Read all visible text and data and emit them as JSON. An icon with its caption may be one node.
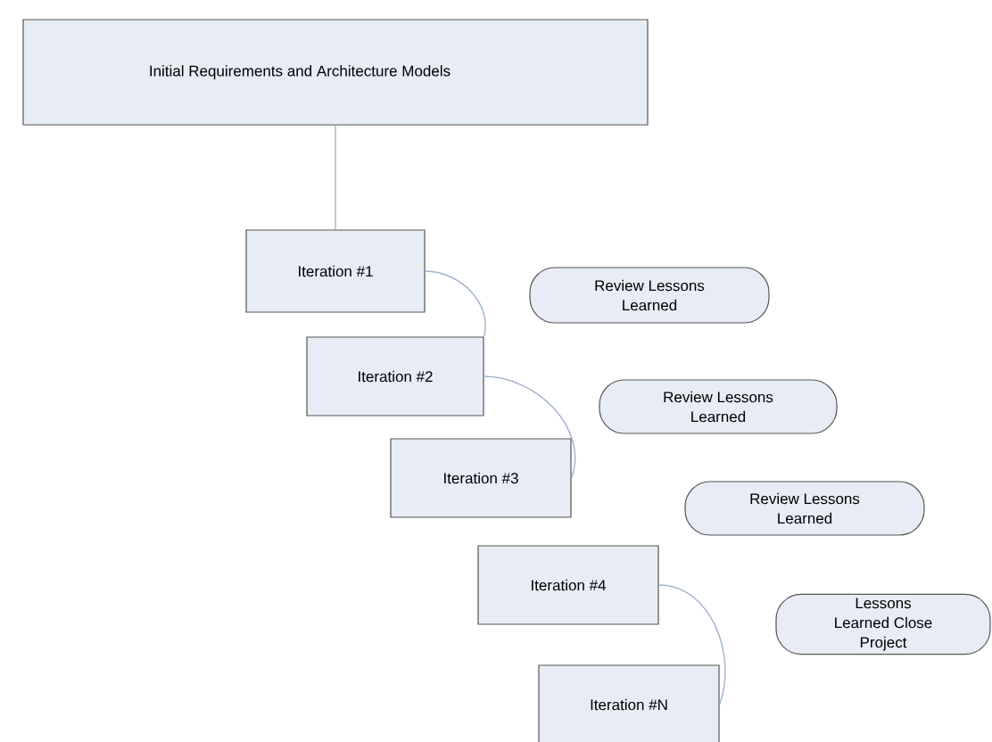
{
  "diagram": {
    "nodes": [
      {
        "text": [
          "Initial Requirements and Architecture Models"
        ]
      },
      {
        "text": [
          "Iteration #1"
        ]
      },
      {
        "text": [
          "Iteration #2"
        ]
      },
      {
        "text": [
          "Iteration #3"
        ]
      },
      {
        "text": [
          "Iteration #4"
        ]
      },
      {
        "text": [
          "Iteration #N"
        ]
      },
      {
        "text": [
          "Review Lessons Learned"
        ]
      },
      {
        "text": [
          "Review Lessons Learned"
        ]
      },
      {
        "text": [
          "Review Lessons Learned"
        ]
      },
      {
        "text": [
          "Lessons Learned Close Project"
        ]
      }
    ],
    "edges": [
      {
        "from": 0,
        "to": 1,
        "arrow": "none"
      },
      {
        "from": 1,
        "to": 2,
        "arrow": "none"
      },
      {
        "from": 2,
        "to": 3,
        "arrow": "none"
      },
      {
        "from": 4,
        "to": 5,
        "arrow": "none"
      }
    ]
  }
}
